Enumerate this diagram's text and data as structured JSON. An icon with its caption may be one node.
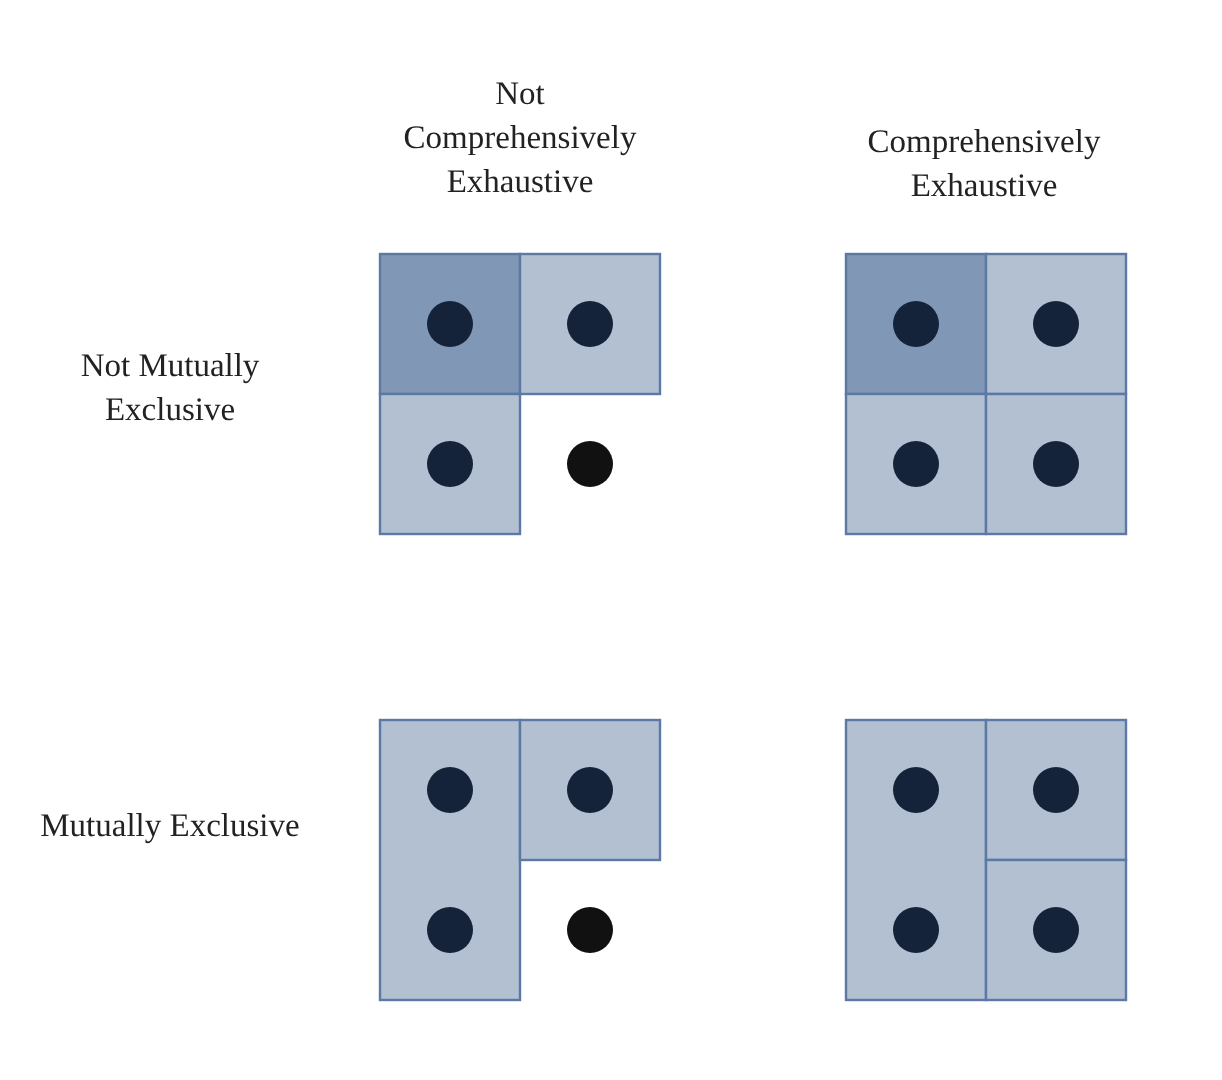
{
  "diagram": {
    "labels": [
      "Not Comprehensively Exhaustive",
      "Comprehensively Exhaustive",
      "Not Mutually Exclusive",
      "Mutually Exclusive"
    ]
  }
}
